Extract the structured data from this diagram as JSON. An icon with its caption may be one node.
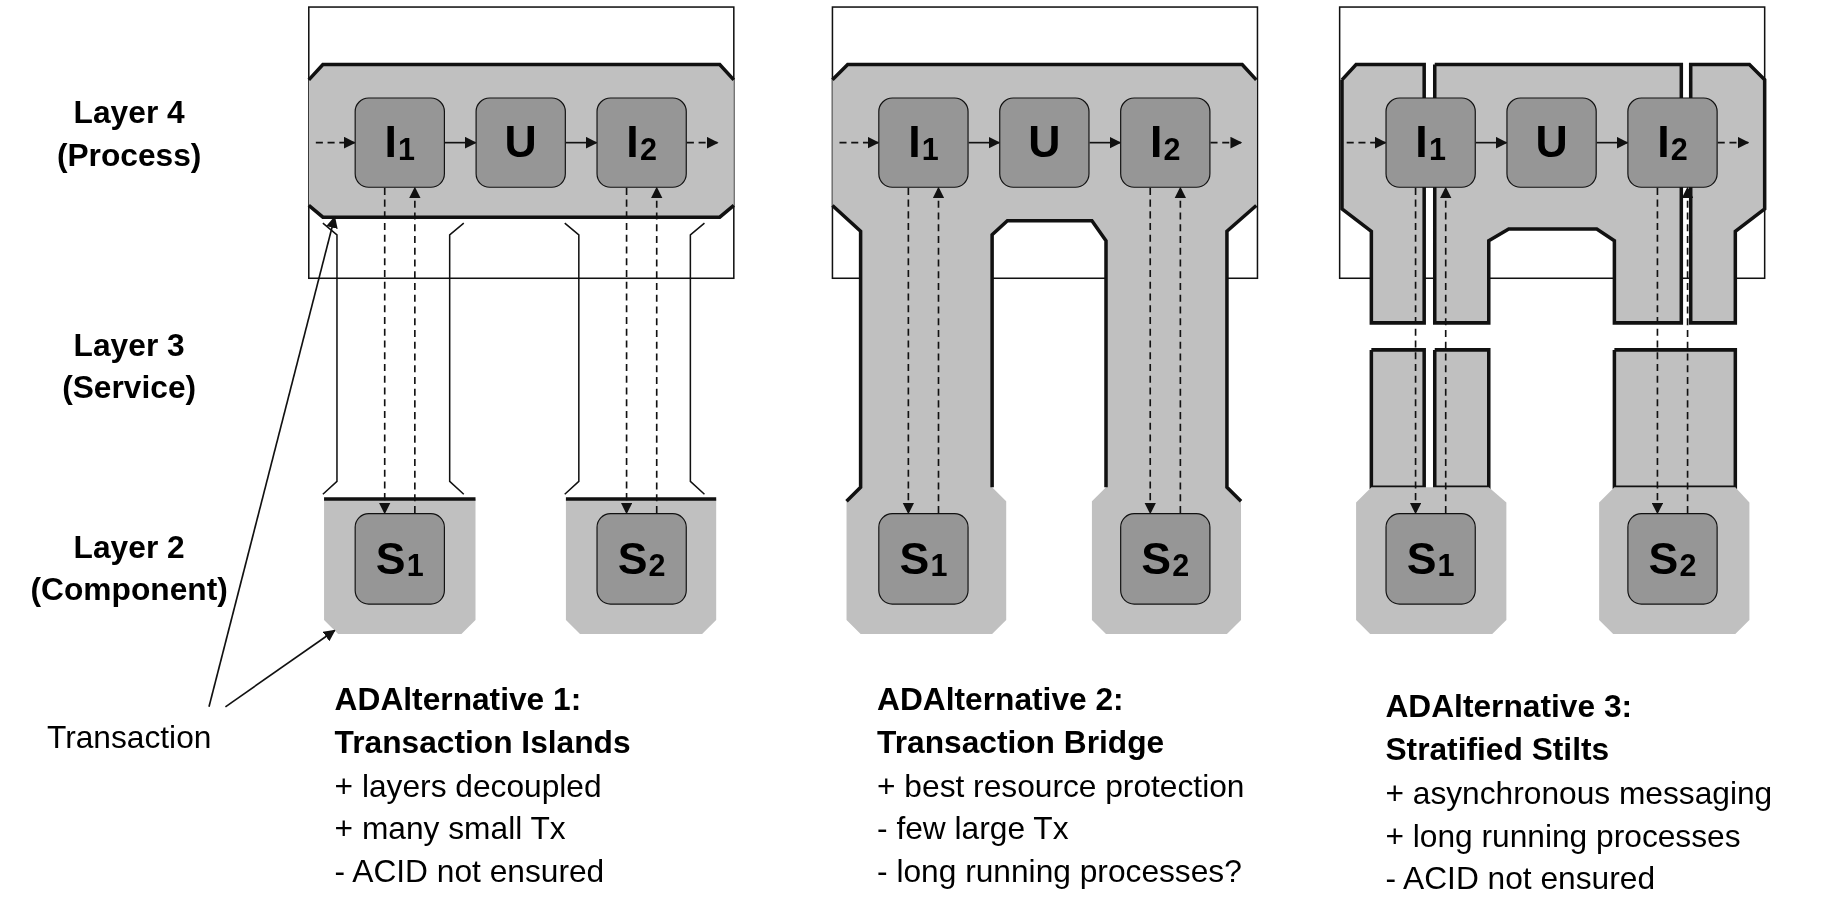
{
  "diagram": {
    "nodes": [
      {
        "text": [],
        "shape": "box"
      },
      {
        "text": [
          "I$_{1}$"
        ],
        "in": 0
      },
      {
        "text": [
          "U"
        ],
        "in": 0
      },
      {
        "text": [
          "I$_{2}$"
        ],
        "in": 0
      },
      {
        "text": [],
        "shape": "box"
      },
      {
        "text": [
          "S$_{1}$"
        ],
        "in": 4
      },
      {
        "text": [],
        "shape": "box"
      },
      {
        "text": [
          "S$_{2}$"
        ],
        "in": 6
      },
      {
        "text": [
          "I$_{1}$"
        ]
      },
      {
        "text": [
          "U"
        ]
      },
      {
        "text": [
          "I$_{2}$"
        ]
      },
      {
        "text": [
          "S$_{1}$"
        ]
      },
      {
        "text": [
          "S$_{2}$"
        ]
      },
      {
        "text": [
          "I$_{1}$"
        ]
      },
      {
        "text": [
          "U"
        ]
      },
      {
        "text": [
          "I$_{2}$"
        ]
      },
      {
        "text": [
          "S$_{1}$"
        ]
      },
      {
        "text": [
          "S$_{2}$"
        ]
      },
      {
        "text": [
          "Transaction"
        ]
      }
    ],
    "edges": [
      {
        "from": null,
        "to": 1,
        "arrow": "to",
        "style": "dashed"
      },
      {
        "from": 1,
        "to": 2,
        "arrow": "to"
      },
      {
        "from": 2,
        "to": 3,
        "arrow": "to"
      },
      {
        "from": 3,
        "to": null,
        "arrow": "to",
        "style": "dashed"
      },
      {
        "from": 1,
        "to": 5,
        "arrow": "to",
        "style": "dashed"
      },
      {
        "from": 5,
        "to": 1,
        "arrow": "to",
        "style": "dashed"
      },
      {
        "from": 3,
        "to": 7,
        "arrow": "to",
        "style": "dashed"
      },
      {
        "from": 7,
        "to": 3,
        "arrow": "to",
        "style": "dashed"
      },
      {
        "from": null,
        "to": 8,
        "arrow": "to",
        "style": "dashed"
      },
      {
        "from": 8,
        "to": 9,
        "arrow": "to"
      },
      {
        "from": 9,
        "to": 10,
        "arrow": "to"
      },
      {
        "from": 10,
        "to": null,
        "arrow": "to",
        "style": "dashed"
      },
      {
        "from": 8,
        "to": 11,
        "arrow": "to",
        "style": "dashed"
      },
      {
        "from": 11,
        "to": 8,
        "arrow": "to",
        "style": "dashed"
      },
      {
        "from": 10,
        "to": 12,
        "arrow": "to",
        "style": "dashed"
      },
      {
        "from": 12,
        "to": 10,
        "arrow": "to",
        "style": "dashed"
      },
      {
        "from": null,
        "to": 13,
        "arrow": "to",
        "style": "dashed"
      },
      {
        "from": 13,
        "to": 14,
        "arrow": "to"
      },
      {
        "from": 14,
        "to": 15,
        "arrow": "to"
      },
      {
        "from": 15,
        "to": null,
        "arrow": "to",
        "style": "dashed"
      },
      {
        "from": 13,
        "to": 16,
        "arrow": "to",
        "style": "dashed"
      },
      {
        "from": 16,
        "to": 13,
        "arrow": "to",
        "style": "dashed"
      },
      {
        "from": 15,
        "to": 17,
        "arrow": "to",
        "style": "dashed"
      },
      {
        "from": 17,
        "to": 15,
        "arrow": "to",
        "style": "dashed"
      },
      {
        "from": 18,
        "to": 0,
        "arrow": "to"
      },
      {
        "from": 18,
        "to": 4,
        "arrow": "to"
      }
    ],
    "labels": [
      "Layer 4 (Process)",
      "Layer 3 (Service)",
      "Layer 2 (Component)",
      "ADAlternative 1: Transaction Islands",
      "+ layers decoupled",
      "+ many small Tx",
      "- ACID not ensured",
      "ADAlternative 2: Transaction Bridge",
      "+ best resource protection",
      "- few large Tx",
      "- long running processes?",
      "ADAlternative 3: Stratified Stilts",
      "+ asynchronous messaging",
      "+ long running processes",
      "- ACID not ensured"
    ]
  }
}
